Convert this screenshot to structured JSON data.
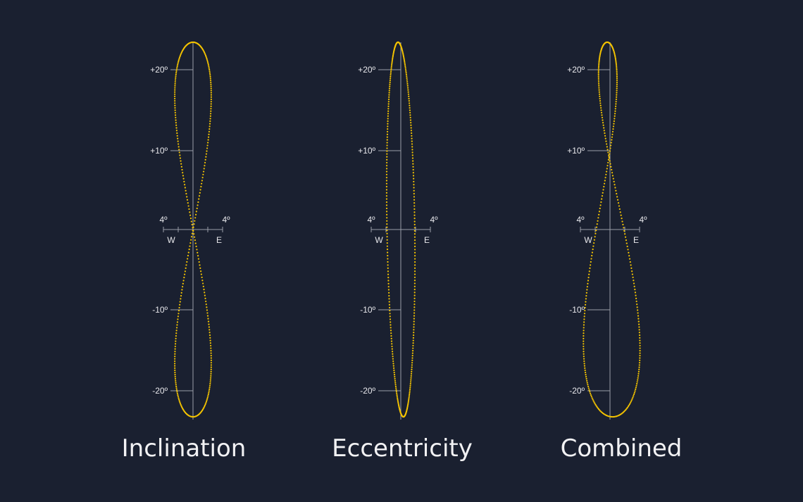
{
  "colors": {
    "background": "#1a2030",
    "curve": "#f5c400",
    "axis": "#9a9ea8",
    "text": "#e8e8ec"
  },
  "axis_labels": {
    "lat_plus20": "+20º",
    "lat_plus10": "+10º",
    "lat_minus10": "-10º",
    "lat_minus20": "-20º",
    "lon_west": "4º",
    "lon_east": "4º",
    "dir_west": "W",
    "dir_east": "E"
  },
  "chart_data": [
    {
      "type": "scatter",
      "title": "Inclination",
      "xunit": "degrees (W negative, E positive)",
      "yunit": "degrees",
      "xlim": [
        -4,
        4
      ],
      "ylim": [
        -23.44,
        23.44
      ],
      "curve": "analemma",
      "inclination_amplitude": 1,
      "eccentricity_amplitude": 0
    },
    {
      "type": "scatter",
      "title": "Eccentricity",
      "xunit": "degrees (W negative, E positive)",
      "yunit": "degrees",
      "xlim": [
        -4,
        4
      ],
      "ylim": [
        -23.44,
        23.44
      ],
      "curve": "analemma",
      "inclination_amplitude": 0,
      "eccentricity_amplitude": 1
    },
    {
      "type": "scatter",
      "title": "Combined",
      "xunit": "degrees (W negative, E positive)",
      "yunit": "degrees",
      "xlim": [
        -4,
        4
      ],
      "ylim": [
        -23.44,
        23.44
      ],
      "curve": "analemma",
      "inclination_amplitude": 1,
      "eccentricity_amplitude": 1
    }
  ]
}
